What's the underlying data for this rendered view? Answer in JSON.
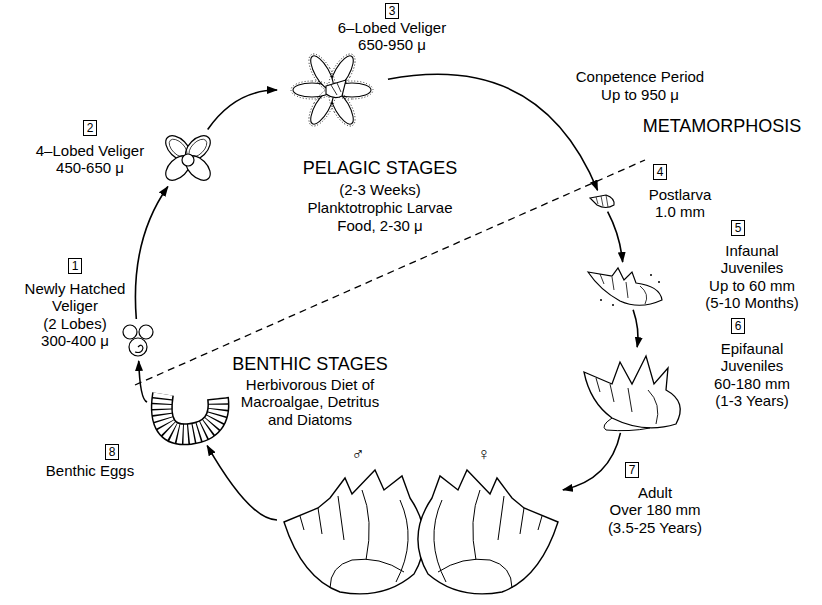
{
  "diagram": {
    "nodes": [
      {
        "text": [
          "1",
          "Newly Hatched Veliger",
          "(2 Lobes)",
          "300-400 μ"
        ]
      },
      {
        "text": [
          "2",
          "4–Lobed Veliger",
          "450-650 μ"
        ]
      },
      {
        "text": [
          "3",
          "6–Lobed Veliger",
          "650-950 μ"
        ]
      },
      {
        "text": [
          "4",
          "Postlarva",
          "1.0 mm"
        ]
      },
      {
        "text": [
          "5",
          "Infaunal Juveniles",
          "Up to 60 mm",
          "(5-10 Months)"
        ]
      },
      {
        "text": [
          "6",
          "Epifaunal Juveniles",
          "60-180 mm",
          "(1-3 Years)"
        ]
      },
      {
        "text": [
          "7",
          "Adult",
          "Over 180 mm",
          "(3.5-25 Years)"
        ]
      },
      {
        "text": [
          "8",
          "Benthic Eggs"
        ]
      }
    ],
    "edges": [
      {
        "from": 0,
        "to": 1,
        "arrow": "to"
      },
      {
        "from": 1,
        "to": 2,
        "arrow": "to"
      },
      {
        "from": 2,
        "to": 3,
        "arrow": "to"
      },
      {
        "from": 3,
        "to": 4,
        "arrow": "to"
      },
      {
        "from": 4,
        "to": 5,
        "arrow": "to"
      },
      {
        "from": 5,
        "to": 6,
        "arrow": "to"
      },
      {
        "from": 6,
        "to": 7,
        "arrow": "to"
      },
      {
        "from": 7,
        "to": 0,
        "arrow": "to"
      }
    ],
    "labels": [
      "PELAGIC STAGES",
      "(2-3 Weeks)",
      "Planktotrophic Larvae",
      "Food, 2-30 μ",
      "BENTHIC STAGES",
      "Herbivorous Diet of Macroalgae, Detritus and Diatoms",
      "METAMORPHOSIS",
      "Conpetence Period",
      "Up to 950 μ",
      "♂",
      "♀"
    ]
  }
}
